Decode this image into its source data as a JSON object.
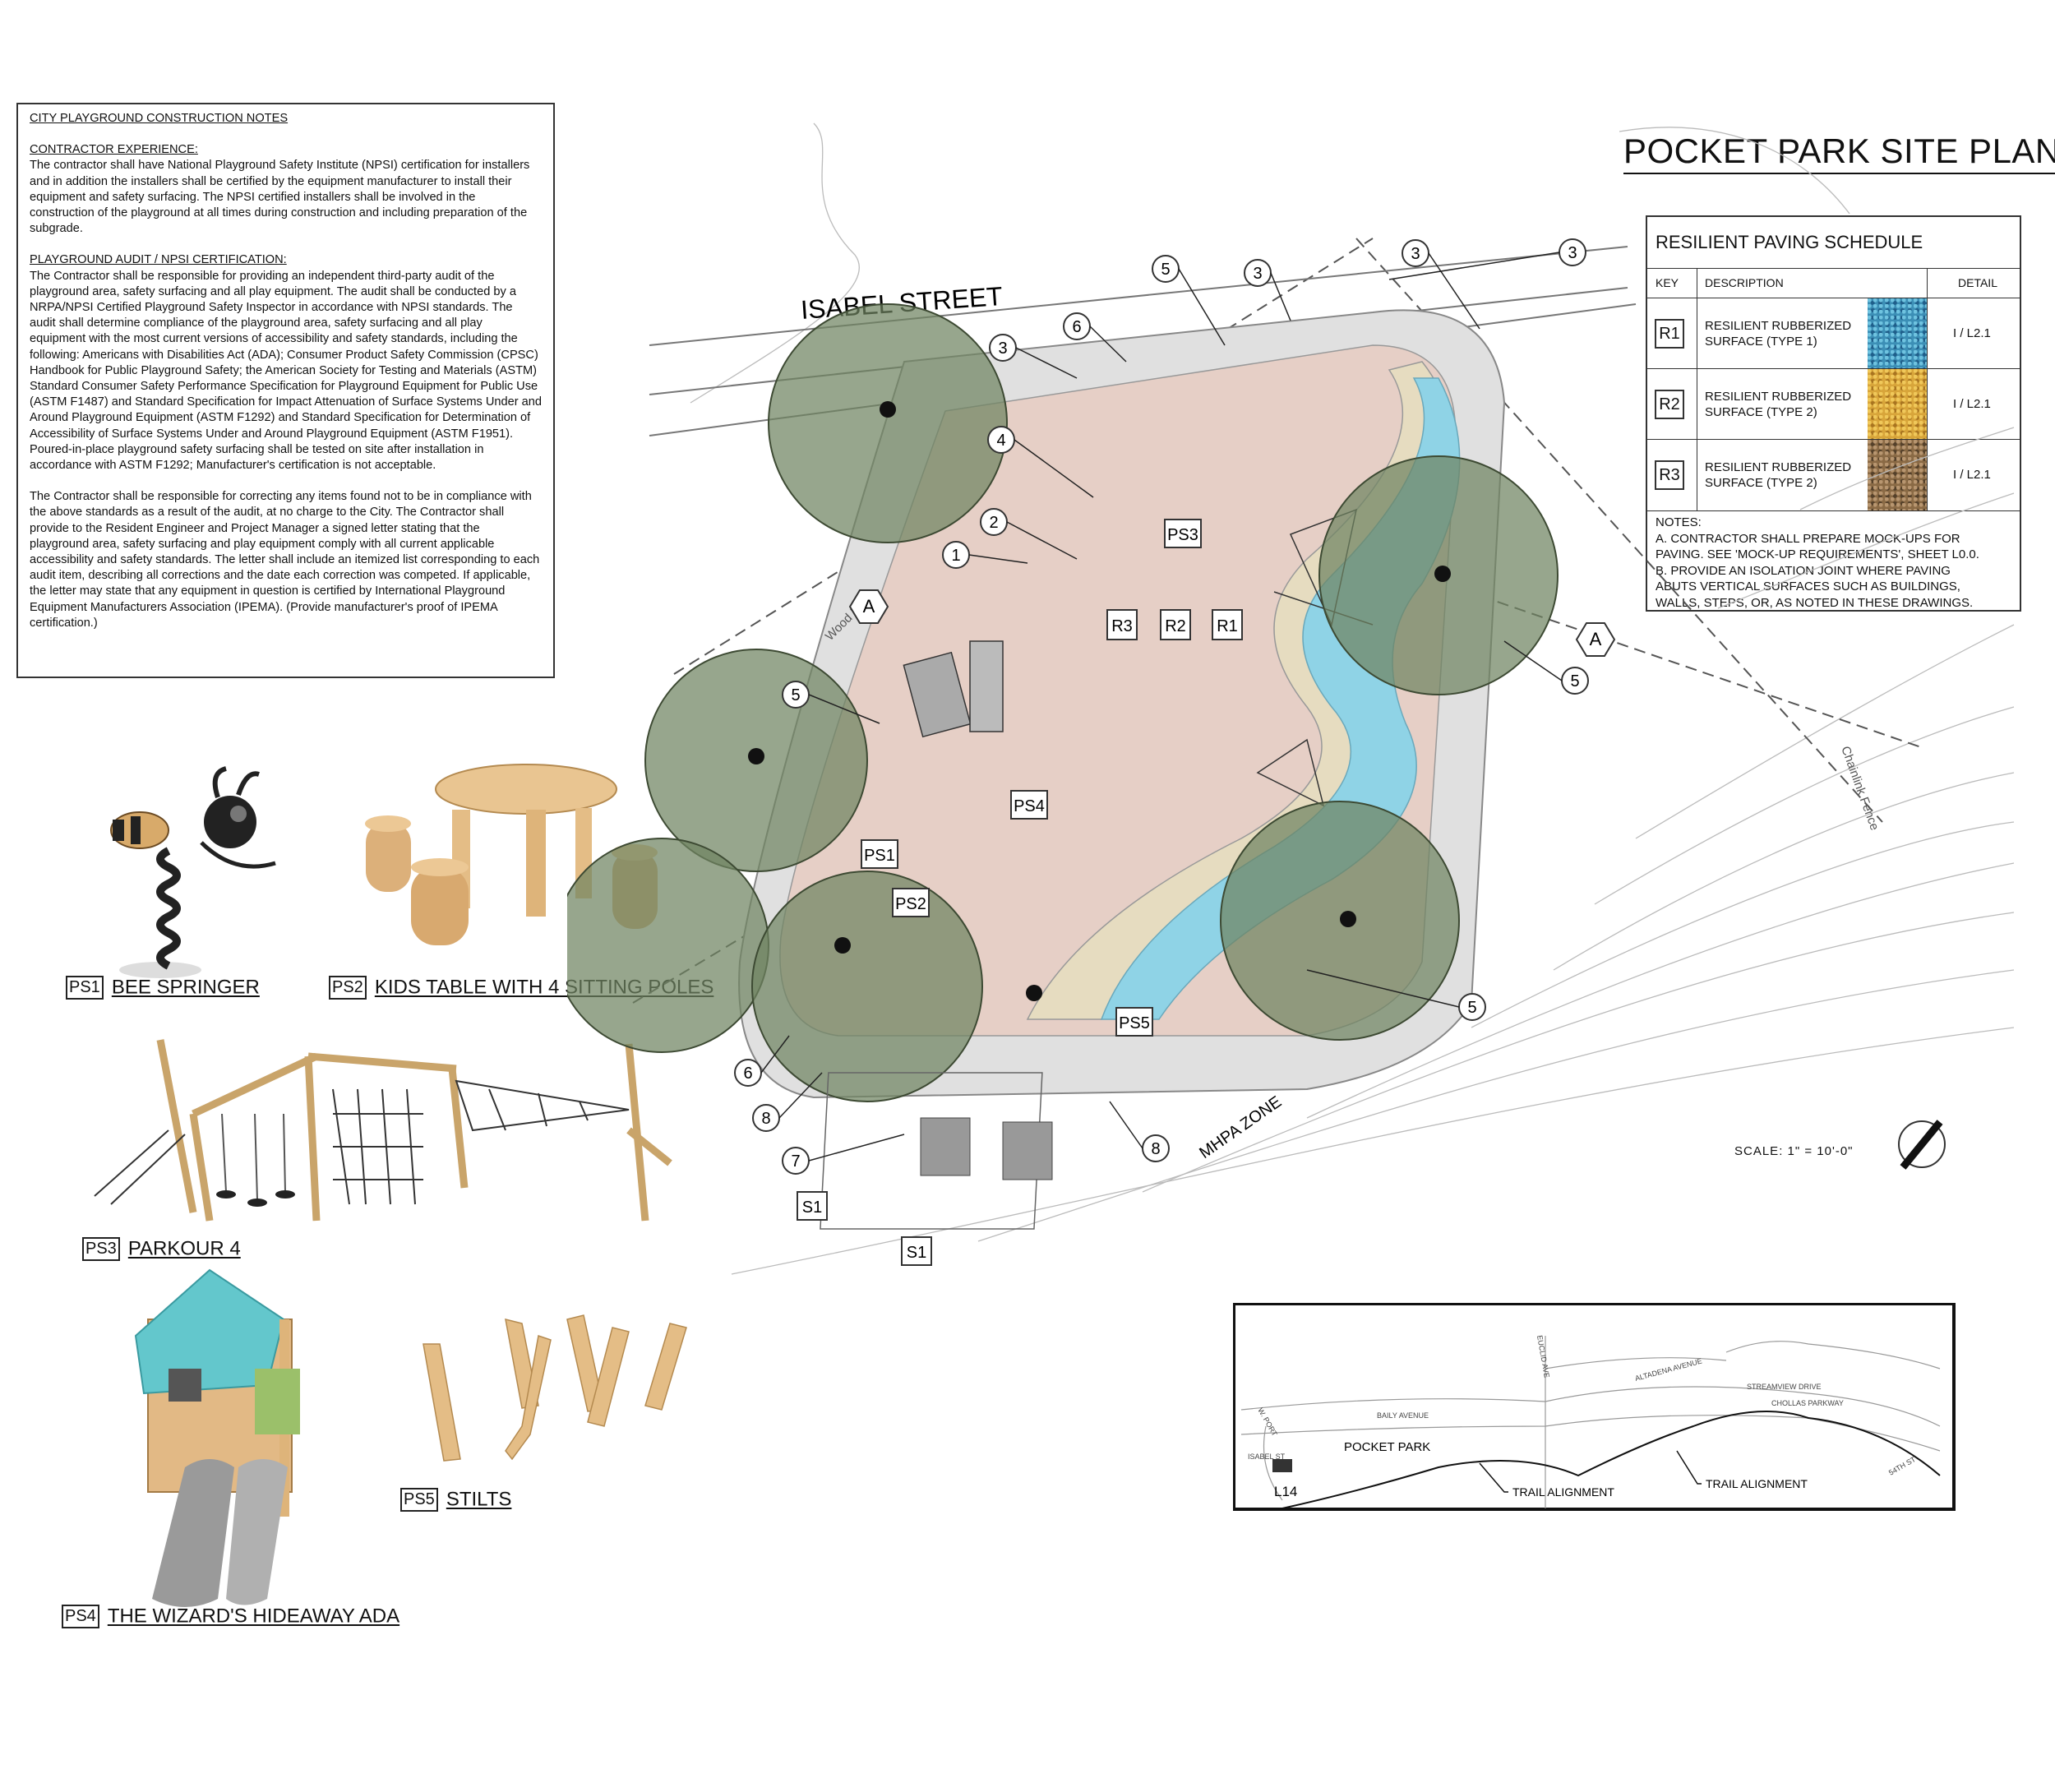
{
  "notes": {
    "title": "CITY PLAYGROUND CONSTRUCTION NOTES",
    "sec1_head": "CONTRACTOR EXPERIENCE:",
    "sec1_body": "The contractor shall have National Playground Safety Institute (NPSI) certification for installers and in addition the installers shall be certified by the equipment manufacturer to install their equipment and safety surfacing. The NPSI certified installers shall be involved in the construction of the playground at all times during construction and including preparation of the subgrade.",
    "sec2_head": "PLAYGROUND AUDIT / NPSI CERTIFICATION:",
    "sec2_body": "The Contractor shall be responsible for providing an independent third-party audit of the playground area, safety surfacing and all play equipment. The audit shall be conducted by a NRPA/NPSI Certified Playground Safety Inspector in accordance with NPSI standards. The audit shall determine compliance of the playground area, safety surfacing and all play equipment with the most current versions of accessibility and safety standards, including the following: Americans with Disabilities Act (ADA); Consumer Product Safety Commission (CPSC) Handbook for Public Playground Safety; the American Society for Testing and Materials (ASTM) Standard Consumer Safety Performance Specification for Playground Equipment for Public Use (ASTM F1487) and Standard Specification for Impact Attenuation of Surface Systems Under and Around Playground Equipment (ASTM F1292) and Standard Specification for Determination of Accessibility of Surface Systems Under and Around Playground Equipment (ASTM F1951). Poured-in-place playground safety surfacing shall be tested on site after installation in accordance with ASTM F1292; Manufacturer's certification is not acceptable.",
    "sec3_body": "The Contractor shall be responsible for correcting any items found not to be in compliance with the above standards as a result of the audit, at no charge to the City. The Contractor shall provide to the Resident Engineer and Project Manager a signed letter stating that the playground area, safety surfacing and play equipment comply with all current applicable accessibility and safety standards. The letter shall include an itemized list corresponding to each audit item, describing all corrections and the date each correction was competed. If applicable, the letter may state that any equipment in question is certified by International Playground Equipment Manufacturers Association (IPEMA). (Provide manufacturer's proof of IPEMA certification.)"
  },
  "title": "POCKET PARK SITE PLAN",
  "schedule": {
    "heading": "RESILIENT PAVING SCHEDULE",
    "col_key": "KEY",
    "col_desc": "DESCRIPTION",
    "col_detail": "DETAIL",
    "rows": [
      {
        "key": "R1",
        "line1": "RESILIENT RUBBERIZED",
        "line2": "SURFACE (TYPE 1)",
        "detail": "I / L2.1",
        "color": "#3c8fb6"
      },
      {
        "key": "R2",
        "line1": "RESILIENT RUBBERIZED",
        "line2": "SURFACE (TYPE 2)",
        "detail": "I / L2.1",
        "color": "#d8a53a"
      },
      {
        "key": "R3",
        "line1": "RESILIENT RUBBERIZED",
        "line2": "SURFACE (TYPE 2)",
        "detail": "I / L2.1",
        "color": "#8a6a45"
      }
    ],
    "notes_head": "NOTES:",
    "note_a1": "A.  CONTRACTOR SHALL PREPARE MOCK-UPS FOR",
    "note_a2": "PAVING. SEE 'MOCK-UP REQUIREMENTS', SHEET L0.0.",
    "note_b1": "B.  PROVIDE AN ISOLATION JOINT WHERE PAVING",
    "note_b2": "ABUTS VERTICAL SURFACES SUCH AS BUILDINGS,",
    "note_b3": "WALLS, STEPS, OR, AS NOTED IN THESE DRAWINGS."
  },
  "equipment": [
    {
      "tag": "PS1",
      "name": "BEE SPRINGER"
    },
    {
      "tag": "PS2",
      "name": "KIDS TABLE WITH 4 SITTING POLES"
    },
    {
      "tag": "PS3",
      "name": "PARKOUR 4"
    },
    {
      "tag": "PS4",
      "name": "THE WIZARD'S HIDEAWAY ADA"
    },
    {
      "tag": "PS5",
      "name": "STILTS"
    }
  ],
  "plan": {
    "street": "ISABEL STREET",
    "zone": "MHPA ZONE",
    "wood_fence": "Wood F.",
    "chainlink": "Chainlink Fence",
    "surface_tags": [
      "R3",
      "R2",
      "R1"
    ],
    "equipment_tags": [
      "PS1",
      "PS2",
      "PS3",
      "PS4",
      "PS5"
    ],
    "callouts": [
      "1",
      "2",
      "3",
      "4",
      "5",
      "6",
      "7",
      "8"
    ],
    "section_mark": "A",
    "site_tag": "S1"
  },
  "scale": "SCALE:   1\" = 10'-0\"",
  "inset": {
    "pocket_park": "POCKET PARK",
    "trail1": "TRAIL ALIGNMENT",
    "trail2": "TRAIL ALIGNMENT",
    "sheet": "L14",
    "streets": [
      "BAILY AVENUE",
      "ALTADENA AVENUE",
      "STREAMVIEW DRIVE",
      "CHOLLAS PARKWAY",
      "ISABEL ST",
      "W. PORT",
      "EUCLID AVE",
      "54TH ST"
    ]
  },
  "colors": {
    "tree": "#6f8461",
    "water": "#8fd3e6",
    "sand": "#e6dcc0",
    "pink": "#e6cfc6",
    "walk": "#d9d9d9"
  }
}
